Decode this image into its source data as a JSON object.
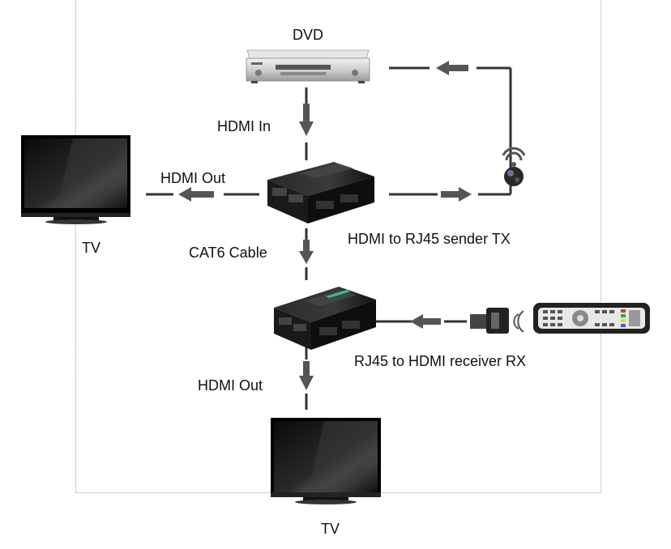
{
  "labels": {
    "dvd": "DVD",
    "hdmi_in": "HDMI In",
    "hdmi_out_top": "HDMI Out",
    "tv_left": "TV",
    "cat6": "CAT6 Cable",
    "sender": "HDMI to RJ45 sender TX",
    "receiver": "RJ45 to HDMI receiver RX",
    "hdmi_out_bottom": "HDMI Out",
    "tv_bottom": "TV"
  },
  "colors": {
    "line": "#333333",
    "arrow": "#555555",
    "frame": "#7fa8c8",
    "device_body": "#1c1c1c",
    "dvd_body": "#d4d4d4"
  }
}
